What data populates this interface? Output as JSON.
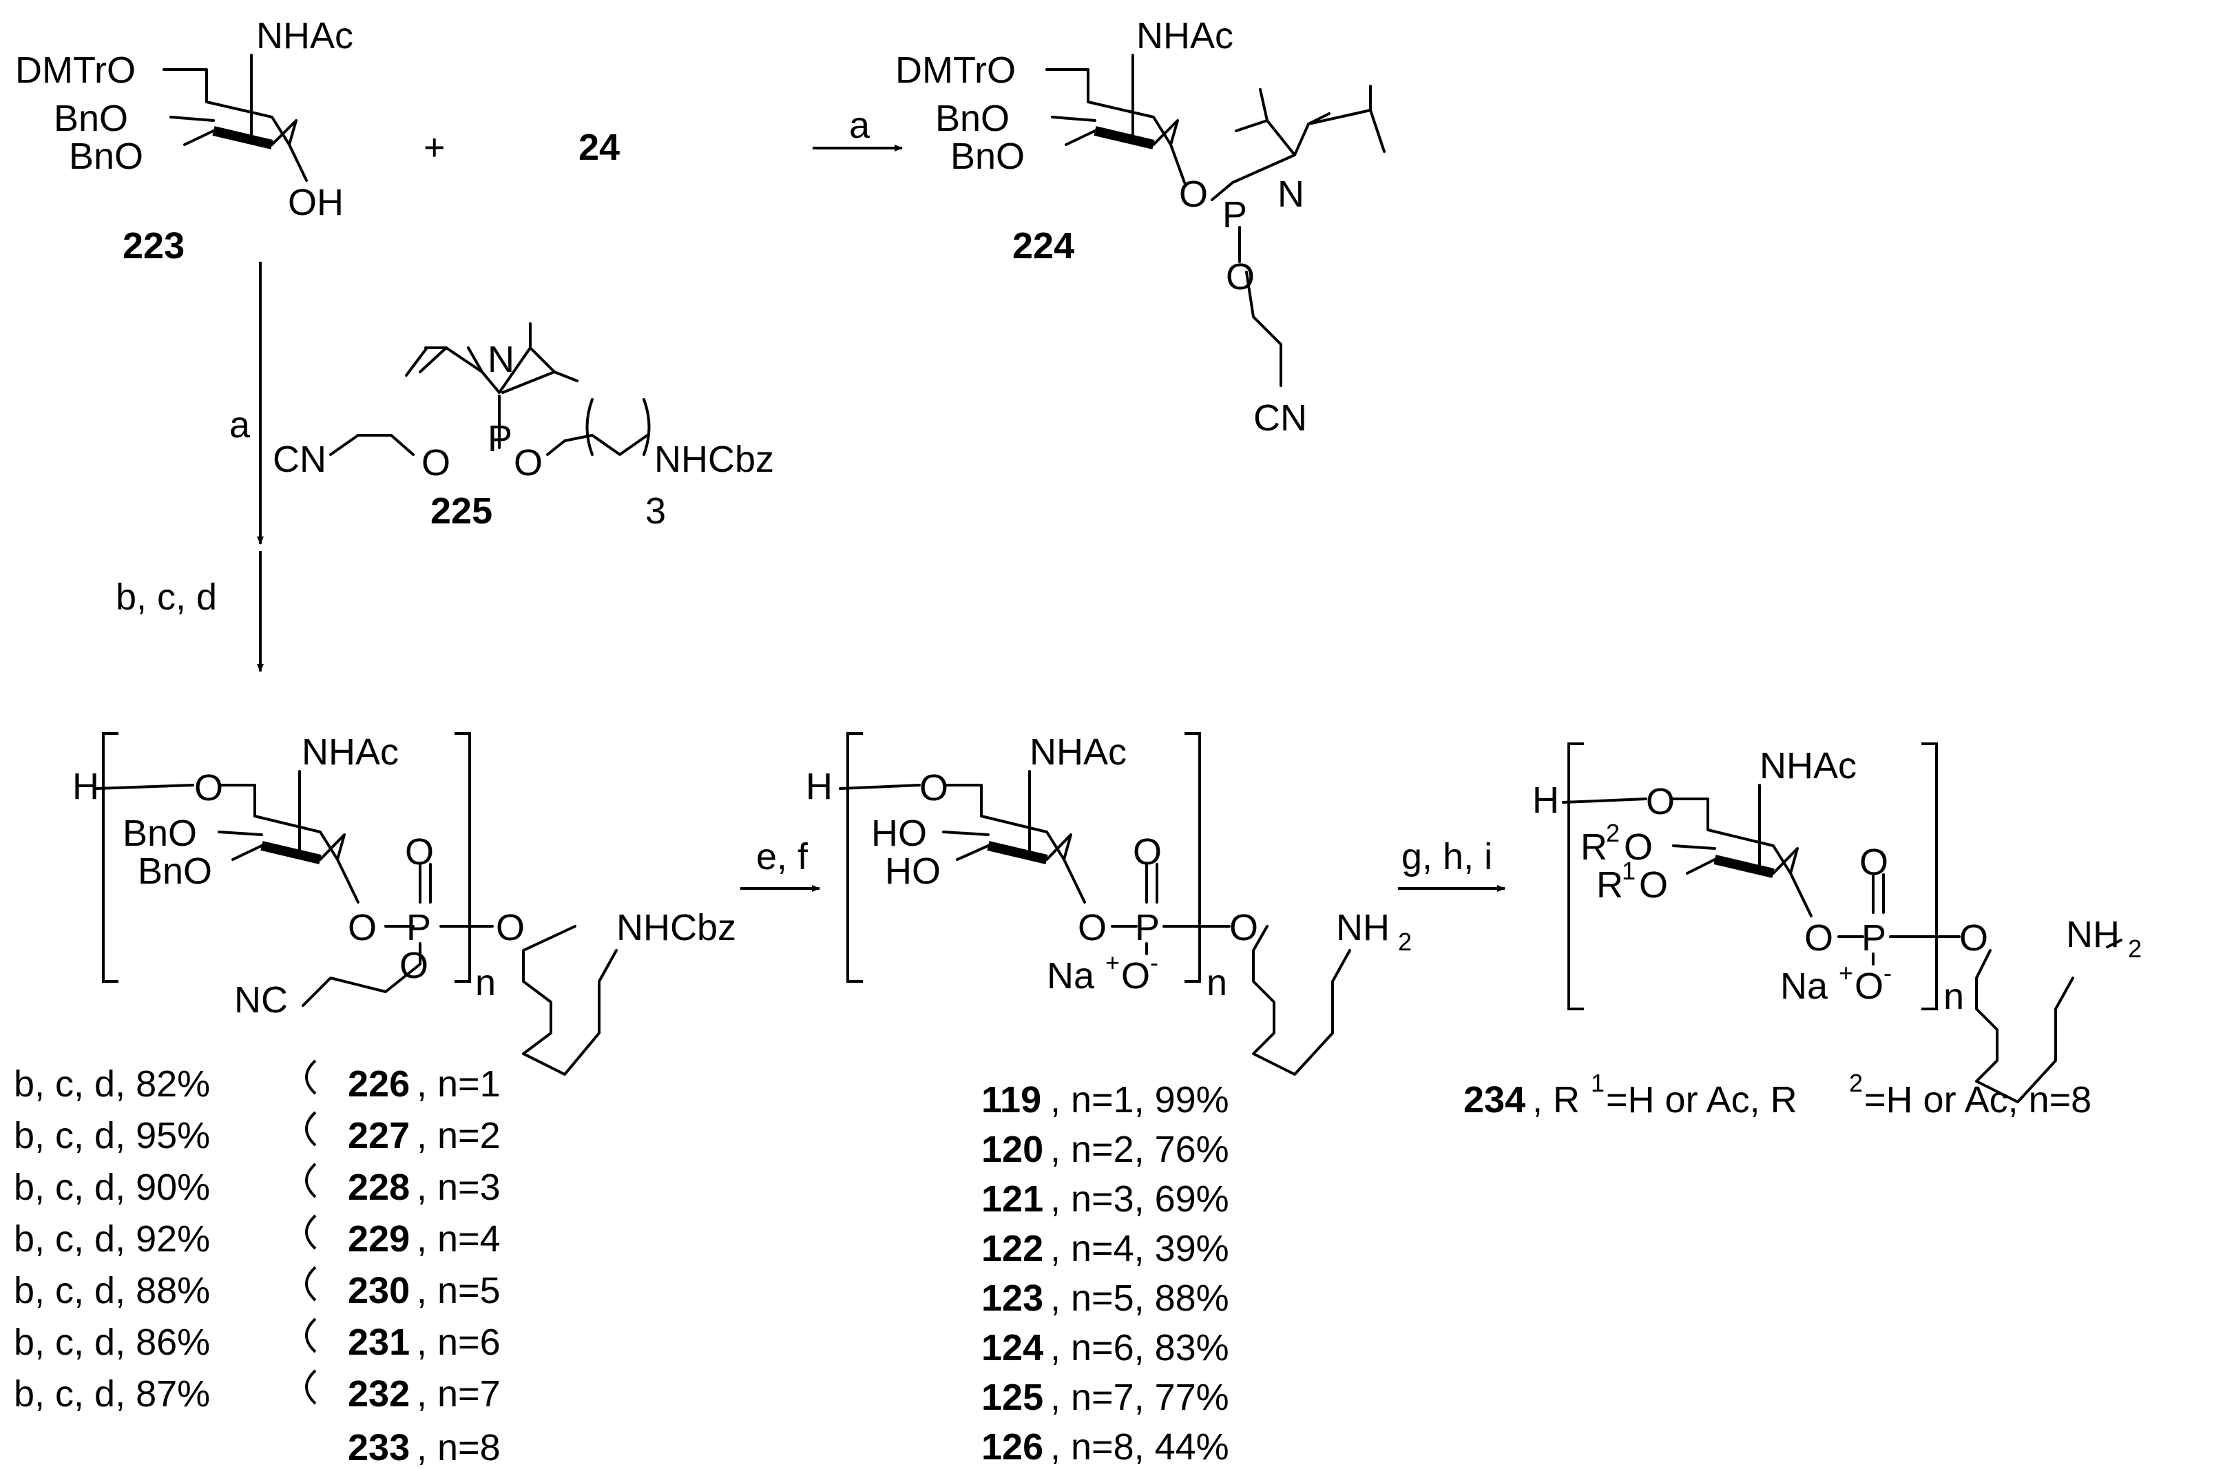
{
  "compounds": {
    "c223": "223",
    "c24": "24",
    "c224": "224",
    "c225": "225",
    "c233": "233",
    "c234": "234"
  },
  "groups": {
    "dmtro": "DMTrO",
    "bno": "BnO",
    "nhac": "NHAc",
    "oh": "OH",
    "h": "H",
    "o": "O",
    "p": "P",
    "n": "N",
    "cn": "CN",
    "nc": "NC",
    "nhcbz": "NHCbz",
    "ho": "HO",
    "nh": "NH",
    "two": "2",
    "three": "3",
    "na": "Na",
    "plus_sup": "+",
    "minus_sup": "-",
    "o_minus_base": "O",
    "n_index": "n",
    "r": "R",
    "r1_sup": "1",
    "r2_sup": "2",
    "plus": "+"
  },
  "reagents": {
    "a": "a",
    "bcd": "b, c, d",
    "ef": "e, f",
    "ghi": "g, h, i"
  },
  "series_left": [
    {
      "cond": "b, c, d, 82%",
      "num": "226",
      "n": ", n=1"
    },
    {
      "cond": "b, c, d, 95%",
      "num": "227",
      "n": ", n=2"
    },
    {
      "cond": "b, c, d, 90%",
      "num": "228",
      "n": ", n=3"
    },
    {
      "cond": "b, c, d, 92%",
      "num": "229",
      "n": ", n=4"
    },
    {
      "cond": "b, c, d, 88%",
      "num": "230",
      "n": ", n=5"
    },
    {
      "cond": "b, c, d, 86%",
      "num": "231",
      "n": ", n=6"
    },
    {
      "cond": "b, c, d, 87%",
      "num": "232",
      "n": ", n=7"
    }
  ],
  "series_left_last": ", n=8",
  "series_mid": [
    {
      "num": "119",
      "rest": ", n=1, 99%"
    },
    {
      "num": "120",
      "rest": ", n=2, 76%"
    },
    {
      "num": "121",
      "rest": ", n=3, 69%"
    },
    {
      "num": "122",
      "rest": ", n=4, 39%"
    },
    {
      "num": "123",
      "rest": ", n=5, 88%"
    },
    {
      "num": "124",
      "rest": ", n=6, 83%"
    },
    {
      "num": "125",
      "rest": ", n=7, 77%"
    },
    {
      "num": "126",
      "rest": ", n=8, 44%"
    }
  ],
  "c234_caption": {
    "a": ", R",
    "b": "=H or Ac, R",
    "c": "=H or Ac, n=8"
  }
}
